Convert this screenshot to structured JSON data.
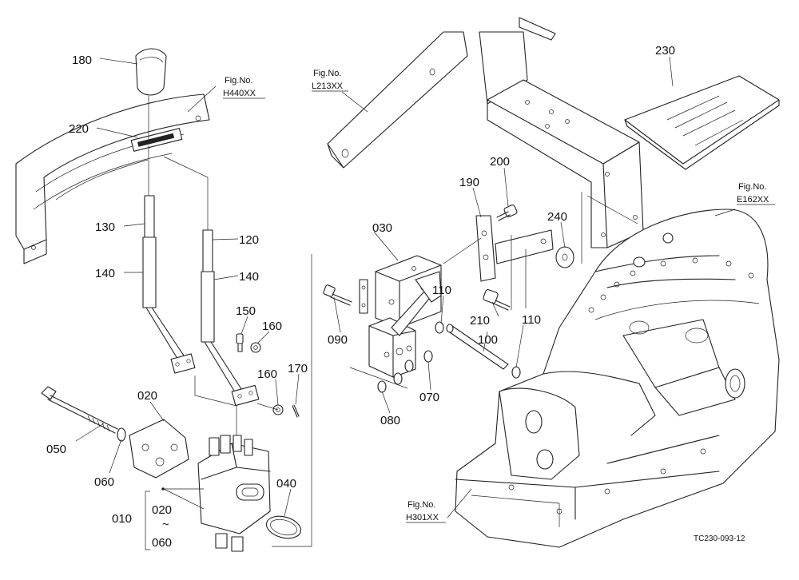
{
  "parts": [
    {
      "id": "p180",
      "label": "180"
    },
    {
      "id": "p220",
      "label": "220"
    },
    {
      "id": "p130",
      "label": "130"
    },
    {
      "id": "p140a",
      "label": "140"
    },
    {
      "id": "p120",
      "label": "120"
    },
    {
      "id": "p140b",
      "label": "140"
    },
    {
      "id": "p150",
      "label": "150"
    },
    {
      "id": "p160a",
      "label": "160"
    },
    {
      "id": "p160b",
      "label": "160"
    },
    {
      "id": "p170",
      "label": "170"
    },
    {
      "id": "p020a",
      "label": "020"
    },
    {
      "id": "p050",
      "label": "050"
    },
    {
      "id": "p060a",
      "label": "060"
    },
    {
      "id": "p010",
      "label": "010"
    },
    {
      "id": "p020b",
      "label": "020"
    },
    {
      "id": "p060b",
      "label": "060"
    },
    {
      "id": "p040",
      "label": "040"
    },
    {
      "id": "p030",
      "label": "030"
    },
    {
      "id": "p090",
      "label": "090"
    },
    {
      "id": "p080",
      "label": "080"
    },
    {
      "id": "p070",
      "label": "070"
    },
    {
      "id": "p110a",
      "label": "110"
    },
    {
      "id": "p110b",
      "label": "110"
    },
    {
      "id": "p100",
      "label": "100"
    },
    {
      "id": "p210",
      "label": "210"
    },
    {
      "id": "p190",
      "label": "190"
    },
    {
      "id": "p200",
      "label": "200"
    },
    {
      "id": "p240",
      "label": "240"
    },
    {
      "id": "p230",
      "label": "230"
    }
  ],
  "range_tilde": "~",
  "fig_refs": [
    {
      "id": "h440",
      "line1": "Fig.No.",
      "line2": "H440XX"
    },
    {
      "id": "l213",
      "line1": "Fig.No.",
      "line2": "L213XX"
    },
    {
      "id": "e162",
      "line1": "Fig.No.",
      "line2": "E162XX"
    },
    {
      "id": "h301",
      "line1": "Fig.No.",
      "line2": "H301XX"
    }
  ],
  "drawing_code": "TC230-093-12"
}
